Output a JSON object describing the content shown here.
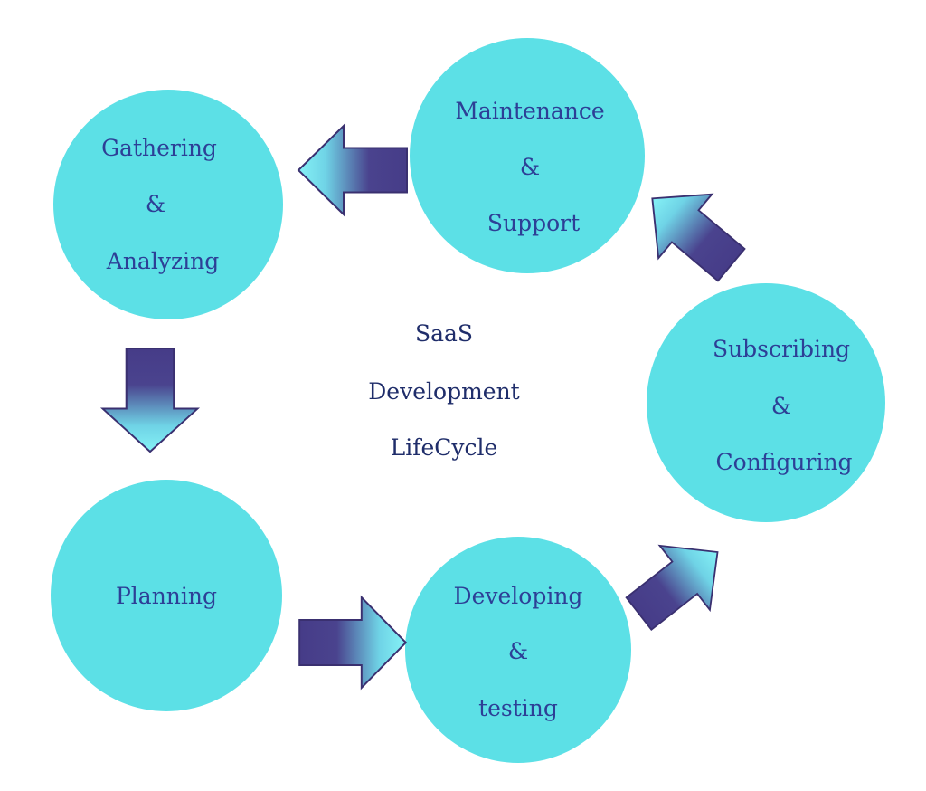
{
  "title": [
    "SaaS",
    "Development",
    "LifeCycle"
  ],
  "colors": {
    "circle": "#5ce0e6",
    "arrow_dark": "#463c88",
    "arrow_light": "#80f0f5",
    "text": "#2d3f96"
  },
  "stages": [
    {
      "lines": [
        "Gathering",
        "&",
        "Analyzing"
      ]
    },
    {
      "lines": [
        "Planning"
      ]
    },
    {
      "lines": [
        "Developing",
        "&",
        "testing"
      ]
    },
    {
      "lines": [
        "Subscribing",
        "&",
        "Configuring"
      ]
    },
    {
      "lines": [
        "Maintenance",
        "&",
        "Support"
      ]
    }
  ]
}
